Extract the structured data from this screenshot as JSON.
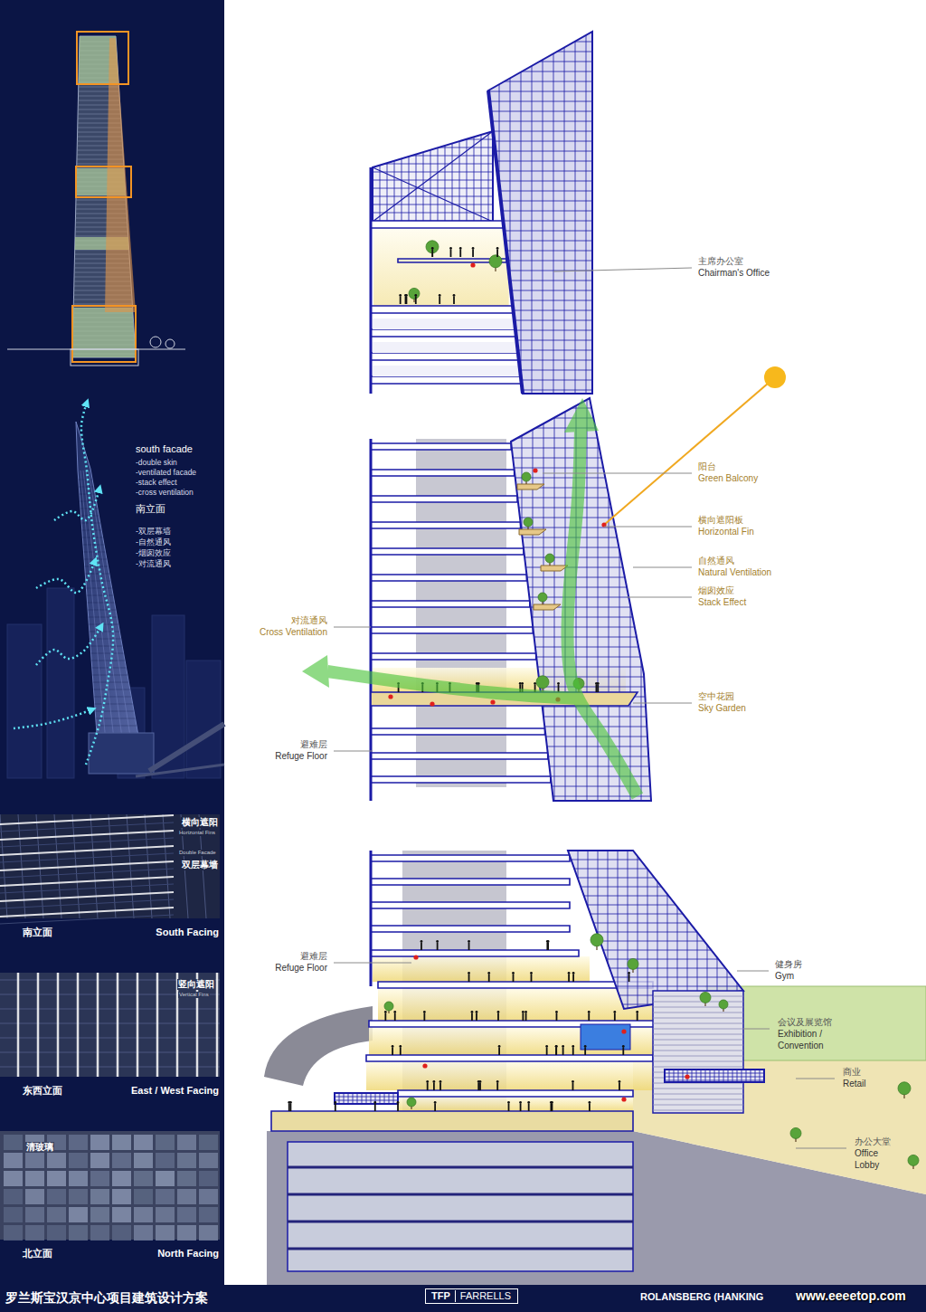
{
  "diagram": {
    "title": "罗兰斯宝汉京中心项目建筑设计方案",
    "nodes": [
      {
        "text": [
          "横向遮阳",
          "Horizontal Fins",
          "Double Facade",
          "双层幕墙",
          "南立面",
          "South Facing"
        ]
      },
      {
        "text": [
          "竖向遮阳",
          "Vertical Fins",
          "东西立面",
          "East / West Facing"
        ]
      },
      {
        "text": [
          "清玻璃",
          "北立面",
          "North Facing"
        ]
      },
      {
        "text": [
          "TFP",
          "FARRELLS"
        ]
      }
    ],
    "labels": [
      "south facade",
      "-double skin",
      "-ventilated facade",
      "-stack effect",
      "-cross ventilation",
      "南立面",
      "-双层幕墙",
      "-自然通风",
      "-烟囱效应",
      "-对流通风",
      "主席办公室",
      "Chairman's Office",
      "阳台",
      "Green Balcony",
      "横向遮阳板",
      "Horizontal Fin",
      "自然通风",
      "Natural Ventilation",
      "烟囱效应",
      "Stack Effect",
      "对流通风",
      "Cross Ventilation",
      "空中花园",
      "Sky Garden",
      "避难层",
      "Refuge Floor",
      "避难层",
      "Refuge Floor",
      "健身房",
      "Gym",
      "会议及展览馆",
      "Exhibition / Convention",
      "商业",
      "Retail",
      "办公大堂",
      "Office Lobby",
      "ROLANSBERG (HANKING",
      "www.eeeetop.com"
    ]
  }
}
